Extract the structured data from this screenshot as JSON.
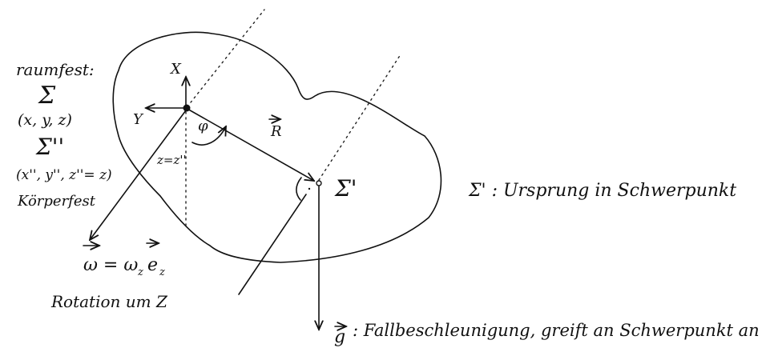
{
  "labels": {
    "raumfest": "raumfest:",
    "sigma": "Σ",
    "coords_space": "(x, y, z)",
    "sigma_doubleprime": "Σ''",
    "coords_body": "(x'', y'', z''= z)",
    "koerperfest": "Körperfest",
    "axis_x": "X",
    "axis_y": "Y",
    "phi": "φ",
    "R_vec": "R",
    "z_eq": "z=z''",
    "sigma_prime_origin": "Σ'",
    "sigma_prime_note": "Σ'  :  Ursprung in Schwerpunkt",
    "omega_eq": "ω = ω",
    "omega_sub": "z",
    "e_vec": "e",
    "e_sub": "z",
    "rotation": "Rotation um Z",
    "g_vec": "g",
    "g_note": ":  Fallbeschleunigung, greift an Schwerpunkt an"
  }
}
